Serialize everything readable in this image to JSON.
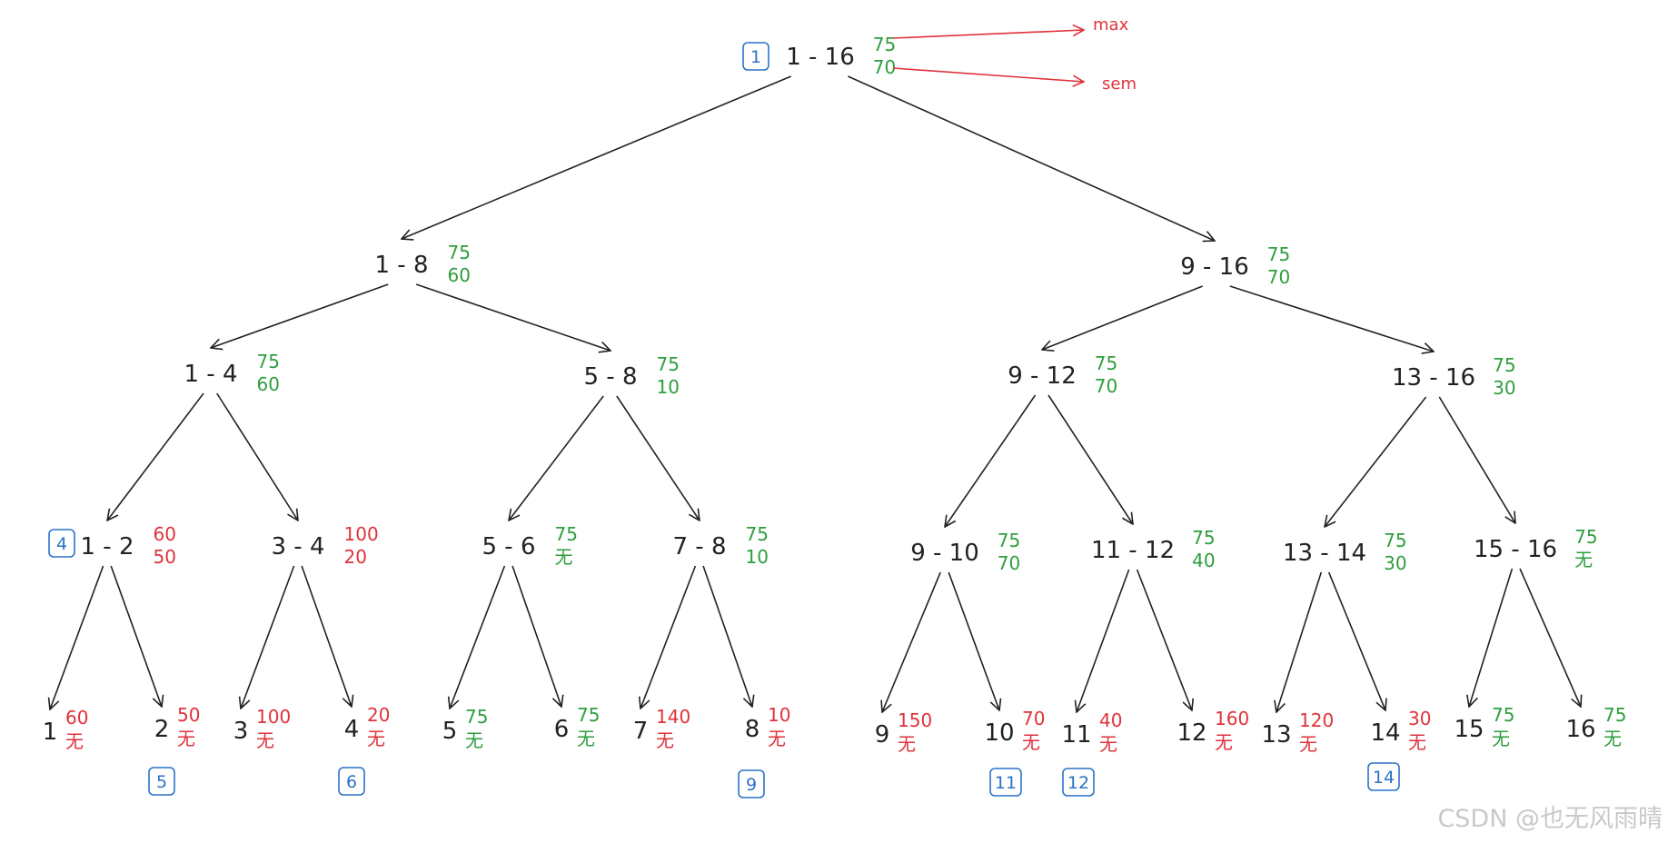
{
  "colors": {
    "green": "#2e9e3e",
    "red": "#e0323a",
    "tag": "#2a72c8",
    "ink": "#222222"
  },
  "legend": {
    "max_label": "max",
    "sem_label": "sem"
  },
  "watermark": "CSDN @也无风雨晴",
  "nodes": [
    {
      "id": "n1_16",
      "label": "1 - 16",
      "max": "75",
      "sem": "70",
      "max_color": "green",
      "sem_color": "green",
      "tag": "1"
    },
    {
      "id": "n1_8",
      "label": "1 - 8",
      "max": "75",
      "sem": "60",
      "max_color": "green",
      "sem_color": "green"
    },
    {
      "id": "n9_16",
      "label": "9 - 16",
      "max": "75",
      "sem": "70",
      "max_color": "green",
      "sem_color": "green"
    },
    {
      "id": "n1_4",
      "label": "1 - 4",
      "max": "75",
      "sem": "60",
      "max_color": "green",
      "sem_color": "green"
    },
    {
      "id": "n5_8",
      "label": "5 - 8",
      "max": "75",
      "sem": "10",
      "max_color": "green",
      "sem_color": "green"
    },
    {
      "id": "n9_12",
      "label": "9 - 12",
      "max": "75",
      "sem": "70",
      "max_color": "green",
      "sem_color": "green"
    },
    {
      "id": "n13_16",
      "label": "13 - 16",
      "max": "75",
      "sem": "30",
      "max_color": "green",
      "sem_color": "green"
    },
    {
      "id": "n1_2",
      "label": "1 - 2",
      "max": "60",
      "sem": "50",
      "max_color": "red",
      "sem_color": "red",
      "tag": "4"
    },
    {
      "id": "n3_4",
      "label": "3 - 4",
      "max": "100",
      "sem": "20",
      "max_color": "red",
      "sem_color": "red"
    },
    {
      "id": "n5_6",
      "label": "5 - 6",
      "max": "75",
      "sem": "无",
      "max_color": "green",
      "sem_color": "green"
    },
    {
      "id": "n7_8",
      "label": "7 - 8",
      "max": "75",
      "sem": "10",
      "max_color": "green",
      "sem_color": "green"
    },
    {
      "id": "n9_10",
      "label": "9 - 10",
      "max": "75",
      "sem": "70",
      "max_color": "green",
      "sem_color": "green"
    },
    {
      "id": "n11_12",
      "label": "11 - 12",
      "max": "75",
      "sem": "40",
      "max_color": "green",
      "sem_color": "green"
    },
    {
      "id": "n13_14",
      "label": "13 - 14",
      "max": "75",
      "sem": "30",
      "max_color": "green",
      "sem_color": "green"
    },
    {
      "id": "n15_16",
      "label": "15 - 16",
      "max": "75",
      "sem": "无",
      "max_color": "green",
      "sem_color": "green"
    }
  ],
  "leaves": [
    {
      "id": "l1",
      "label": "1",
      "max": "60",
      "sem": "无",
      "color": "red"
    },
    {
      "id": "l2",
      "label": "2",
      "max": "50",
      "sem": "无",
      "color": "red",
      "tag": "5"
    },
    {
      "id": "l3",
      "label": "3",
      "max": "100",
      "sem": "无",
      "color": "red"
    },
    {
      "id": "l4",
      "label": "4",
      "max": "20",
      "sem": "无",
      "color": "red",
      "tag": "6"
    },
    {
      "id": "l5",
      "label": "5",
      "max": "75",
      "sem": "无",
      "color": "green"
    },
    {
      "id": "l6",
      "label": "6",
      "max": "75",
      "sem": "无",
      "color": "green"
    },
    {
      "id": "l7",
      "label": "7",
      "max": "140",
      "sem": "无",
      "color": "red"
    },
    {
      "id": "l8",
      "label": "8",
      "max": "10",
      "sem": "无",
      "color": "red",
      "tag": "9"
    },
    {
      "id": "l9",
      "label": "9",
      "max": "150",
      "sem": "无",
      "color": "red"
    },
    {
      "id": "l10",
      "label": "10",
      "max": "70",
      "sem": "无",
      "color": "red",
      "tag": "11"
    },
    {
      "id": "l11",
      "label": "11",
      "max": "40",
      "sem": "无",
      "color": "red",
      "tag": "12"
    },
    {
      "id": "l12",
      "label": "12",
      "max": "160",
      "sem": "无",
      "color": "red"
    },
    {
      "id": "l13",
      "label": "13",
      "max": "120",
      "sem": "无",
      "color": "red"
    },
    {
      "id": "l14",
      "label": "14",
      "max": "30",
      "sem": "无",
      "color": "red",
      "tag": "14"
    },
    {
      "id": "l15",
      "label": "15",
      "max": "75",
      "sem": "无",
      "color": "green"
    },
    {
      "id": "l16",
      "label": "16",
      "max": "75",
      "sem": "无",
      "color": "green"
    }
  ],
  "edges": [
    [
      "n1_16",
      "n1_8"
    ],
    [
      "n1_16",
      "n9_16"
    ],
    [
      "n1_8",
      "n1_4"
    ],
    [
      "n1_8",
      "n5_8"
    ],
    [
      "n9_16",
      "n9_12"
    ],
    [
      "n9_16",
      "n13_16"
    ],
    [
      "n1_4",
      "n1_2"
    ],
    [
      "n1_4",
      "n3_4"
    ],
    [
      "n5_8",
      "n5_6"
    ],
    [
      "n5_8",
      "n7_8"
    ],
    [
      "n9_12",
      "n9_10"
    ],
    [
      "n9_12",
      "n11_12"
    ],
    [
      "n13_16",
      "n13_14"
    ],
    [
      "n13_16",
      "n15_16"
    ],
    [
      "n1_2",
      "l1"
    ],
    [
      "n1_2",
      "l2"
    ],
    [
      "n3_4",
      "l3"
    ],
    [
      "n3_4",
      "l4"
    ],
    [
      "n5_6",
      "l5"
    ],
    [
      "n5_6",
      "l6"
    ],
    [
      "n7_8",
      "l7"
    ],
    [
      "n7_8",
      "l8"
    ],
    [
      "n9_10",
      "l9"
    ],
    [
      "n9_10",
      "l10"
    ],
    [
      "n11_12",
      "l11"
    ],
    [
      "n11_12",
      "l12"
    ],
    [
      "n13_14",
      "l13"
    ],
    [
      "n13_14",
      "l14"
    ],
    [
      "n15_16",
      "l15"
    ],
    [
      "n15_16",
      "l16"
    ]
  ]
}
